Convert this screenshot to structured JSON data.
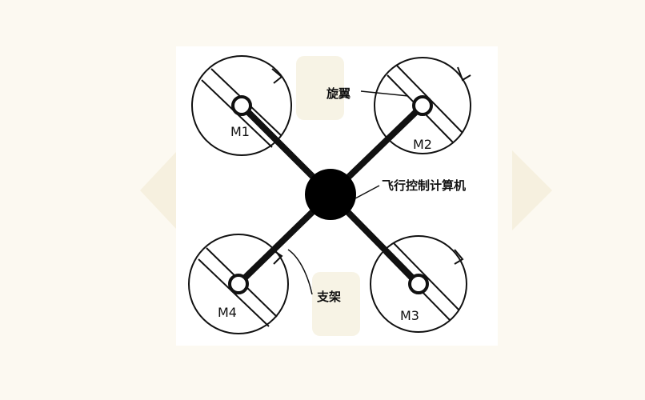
{
  "diagram": {
    "motors": [
      {
        "id": "m1",
        "label": "M1",
        "rotation": "clockwise"
      },
      {
        "id": "m2",
        "label": "M2",
        "rotation": "counterclockwise"
      },
      {
        "id": "m3",
        "label": "M3",
        "rotation": "clockwise"
      },
      {
        "id": "m4",
        "label": "M4",
        "rotation": "counterclockwise"
      }
    ],
    "callouts": {
      "rotor": "旋翼",
      "flight_computer": "飞行控制计算机",
      "arm": "支架"
    }
  },
  "colors": {
    "background": "#fcf9f1",
    "panel": "#ffffff",
    "ink": "#111111",
    "watermark": "#efe6c8"
  }
}
